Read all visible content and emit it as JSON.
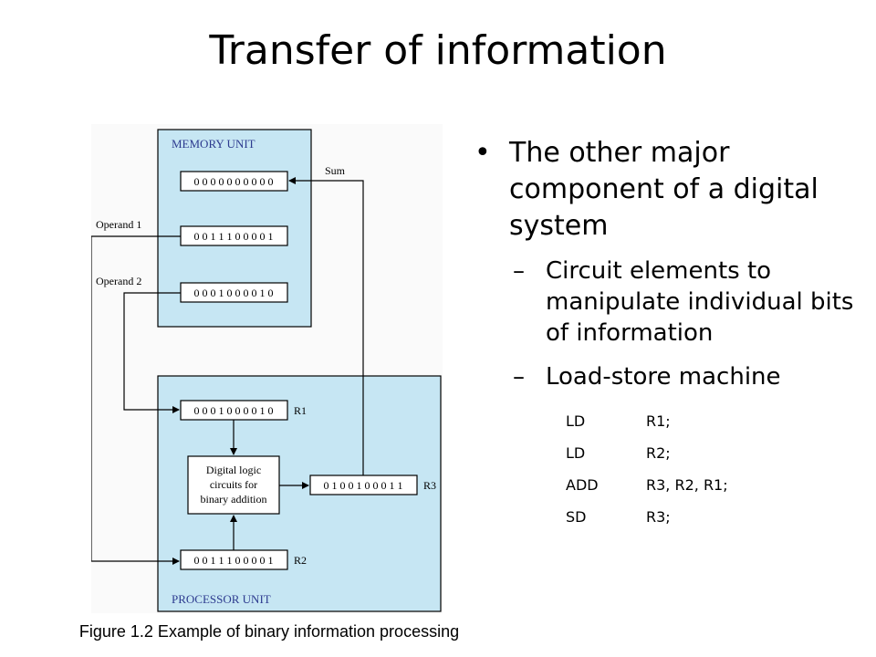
{
  "title": "Transfer of information",
  "diagram": {
    "memory_unit_label": "MEMORY UNIT",
    "processor_unit_label": "PROCESSOR UNIT",
    "memory_words": [
      "0 0 0 0 0 0 0 0 0 0",
      "0 0 1 1 1 0 0 0 0 1",
      "0 0 0 1 0 0 0 0 1 0"
    ],
    "r1_value": "0 0 0 1 0 0 0 0 1 0",
    "r1_label": "R1",
    "r2_value": "0 0 1 1 1 0 0 0 0 1",
    "r2_label": "R2",
    "r3_value": "0 1 0 0 1 0 0 0 1 1",
    "r3_label": "R3",
    "operand1_label": "Operand 1",
    "operand2_label": "Operand 2",
    "sum_label": "Sum",
    "logic_box_lines": [
      "Digital logic",
      "circuits for",
      "binary addition"
    ]
  },
  "caption": "Figure 1.2 Example of binary information processing",
  "bullets": {
    "main": "The other major component of a digital system",
    "sub1": "Circuit elements to manipulate individual bits of information",
    "sub2": "Load-store machine",
    "instructions": [
      {
        "op": "LD",
        "args": "R1;"
      },
      {
        "op": "LD",
        "args": "R2;"
      },
      {
        "op": "ADD",
        "args": "R3, R2, R1;"
      },
      {
        "op": "SD",
        "args": "R3;"
      }
    ]
  }
}
